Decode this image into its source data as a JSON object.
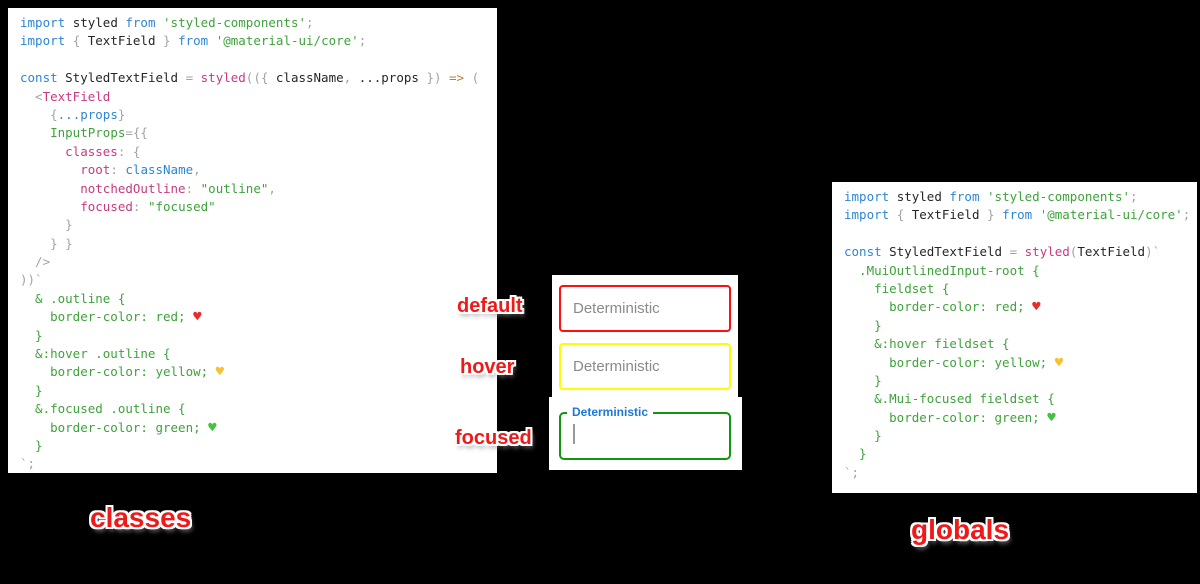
{
  "palette": {
    "background": "#000000",
    "code_background": "#ffffff",
    "keyword_blue": "#2e86d1",
    "plain_text": "#262626",
    "string_green": "#3fa23c",
    "property_pink": "#c73a80",
    "punctuation_gray": "#a3a3a3",
    "arrow_orange": "#c07f2f",
    "caption_red": "#ee1a1a",
    "heart_red": "#e82b2b",
    "heart_yellow": "#f5c235",
    "heart_green": "#41c341"
  },
  "captions": {
    "default": "default",
    "hover": "hover",
    "focused": "focused",
    "classes": "classes",
    "globals": "globals"
  },
  "fields": {
    "default": {
      "placeholder": "Deterministic",
      "border_color": "#ff0f0f"
    },
    "hover": {
      "placeholder": "Deterministic",
      "border_color": "#fdfd0a"
    },
    "focused": {
      "label": "Deterministic",
      "border_color": "#109610",
      "label_color": "#1c78d4",
      "value": ""
    }
  },
  "code_left": {
    "lines": [
      [
        [
          "kw",
          "import "
        ],
        [
          "tx",
          "styled "
        ],
        [
          "kw",
          "from "
        ],
        [
          "st",
          "'styled-components'"
        ],
        [
          "gy",
          ";"
        ]
      ],
      [
        [
          "kw",
          "import "
        ],
        [
          "gy",
          "{ "
        ],
        [
          "tx",
          "TextField "
        ],
        [
          "gy",
          "} "
        ],
        [
          "kw",
          "from "
        ],
        [
          "st",
          "'@material-ui/core'"
        ],
        [
          "gy",
          ";"
        ]
      ],
      [],
      [
        [
          "kw",
          "const "
        ],
        [
          "tx",
          "StyledTextField "
        ],
        [
          "gy",
          "= "
        ],
        [
          "pk",
          "styled"
        ],
        [
          "gy",
          "(({ "
        ],
        [
          "tx",
          "className"
        ],
        [
          "gy",
          ", "
        ],
        [
          "tx",
          "...props "
        ],
        [
          "gy",
          "}) "
        ],
        [
          "or",
          "=> "
        ],
        [
          "gy",
          "("
        ]
      ],
      [
        [
          "gy",
          "  <"
        ],
        [
          "pk",
          "TextField"
        ]
      ],
      [
        [
          "gy",
          "    {"
        ],
        [
          "kw",
          "...props"
        ],
        [
          "gy",
          "}"
        ]
      ],
      [
        [
          "gy",
          "    "
        ],
        [
          "st",
          "InputProps"
        ],
        [
          "gy",
          "={{"
        ]
      ],
      [
        [
          "gy",
          "      "
        ],
        [
          "pk",
          "classes"
        ],
        [
          "gy",
          ": {"
        ]
      ],
      [
        [
          "gy",
          "        "
        ],
        [
          "pk",
          "root"
        ],
        [
          "gy",
          ": "
        ],
        [
          "kw",
          "className"
        ],
        [
          "gy",
          ","
        ]
      ],
      [
        [
          "gy",
          "        "
        ],
        [
          "pk",
          "notchedOutline"
        ],
        [
          "gy",
          ": "
        ],
        [
          "st",
          "\"outline\""
        ],
        [
          "gy",
          ","
        ]
      ],
      [
        [
          "gy",
          "        "
        ],
        [
          "pk",
          "focused"
        ],
        [
          "gy",
          ": "
        ],
        [
          "st",
          "\"focused\""
        ]
      ],
      [
        [
          "gy",
          "      }"
        ]
      ],
      [
        [
          "gy",
          "    } }"
        ]
      ],
      [
        [
          "gy",
          "  />"
        ]
      ],
      [
        [
          "gy",
          "))`"
        ]
      ],
      [
        [
          "st",
          "  & .outline {"
        ]
      ],
      [
        [
          "st",
          "    border-color: red; "
        ],
        [
          "hr",
          "♥"
        ]
      ],
      [
        [
          "st",
          "  }"
        ]
      ],
      [
        [
          "st",
          "  &:hover .outline {"
        ]
      ],
      [
        [
          "st",
          "    border-color: yellow; "
        ],
        [
          "hy",
          "♥"
        ]
      ],
      [
        [
          "st",
          "  }"
        ]
      ],
      [
        [
          "st",
          "  &.focused .outline {"
        ]
      ],
      [
        [
          "st",
          "    border-color: green; "
        ],
        [
          "hg",
          "♥"
        ]
      ],
      [
        [
          "st",
          "  }"
        ]
      ],
      [
        [
          "gy",
          "`;"
        ]
      ]
    ]
  },
  "code_right": {
    "lines": [
      [
        [
          "kw",
          "import "
        ],
        [
          "tx",
          "styled "
        ],
        [
          "kw",
          "from "
        ],
        [
          "st",
          "'styled-components'"
        ],
        [
          "gy",
          ";"
        ]
      ],
      [
        [
          "kw",
          "import "
        ],
        [
          "gy",
          "{ "
        ],
        [
          "tx",
          "TextField "
        ],
        [
          "gy",
          "} "
        ],
        [
          "kw",
          "from "
        ],
        [
          "st",
          "'@material-ui/core'"
        ],
        [
          "gy",
          ";"
        ]
      ],
      [],
      [
        [
          "kw",
          "const "
        ],
        [
          "tx",
          "StyledTextField "
        ],
        [
          "gy",
          "= "
        ],
        [
          "pk",
          "styled"
        ],
        [
          "gy",
          "("
        ],
        [
          "tx",
          "TextField"
        ],
        [
          "gy",
          ")`"
        ]
      ],
      [
        [
          "st",
          "  .MuiOutlinedInput-root {"
        ]
      ],
      [
        [
          "st",
          "    fieldset {"
        ]
      ],
      [
        [
          "st",
          "      border-color: red; "
        ],
        [
          "hr",
          "♥"
        ]
      ],
      [
        [
          "st",
          "    }"
        ]
      ],
      [
        [
          "st",
          "    &:hover fieldset {"
        ]
      ],
      [
        [
          "st",
          "      border-color: yellow; "
        ],
        [
          "hy",
          "♥"
        ]
      ],
      [
        [
          "st",
          "    }"
        ]
      ],
      [
        [
          "st",
          "    &.Mui-focused fieldset {"
        ]
      ],
      [
        [
          "st",
          "      border-color: green; "
        ],
        [
          "hg",
          "♥"
        ]
      ],
      [
        [
          "st",
          "    }"
        ]
      ],
      [
        [
          "st",
          "  }"
        ]
      ],
      [
        [
          "gy",
          "`;"
        ]
      ]
    ]
  }
}
